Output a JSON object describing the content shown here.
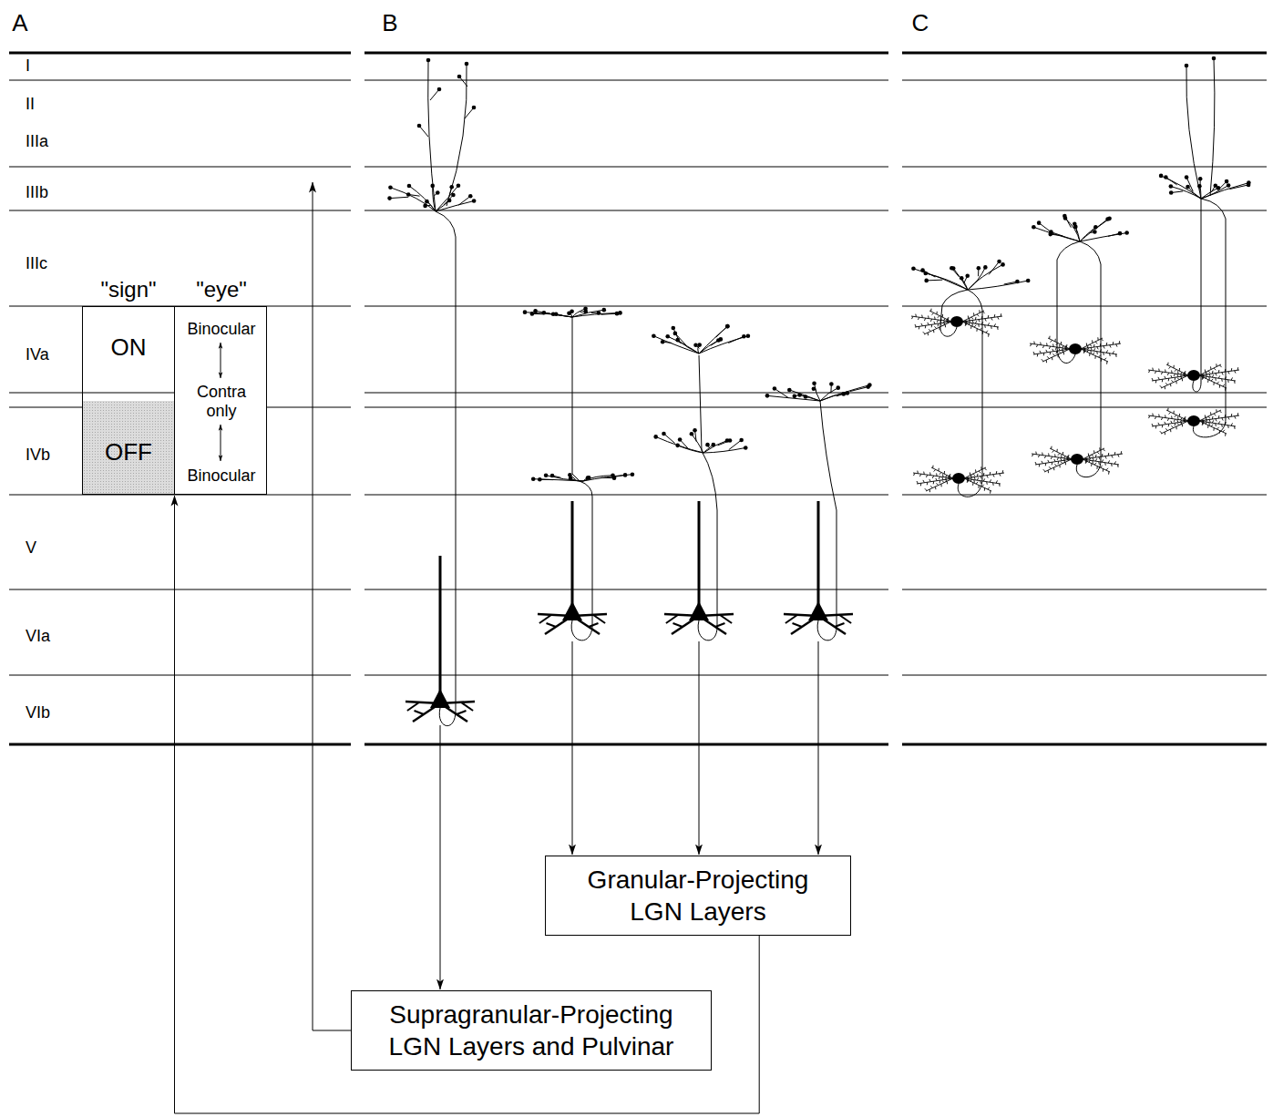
{
  "diagram": {
    "nodes": [
      {
        "text": [
          "\"sign\"",
          "\"eye\"",
          "ON",
          "OFF",
          "Binocular",
          "Contra only",
          "Binocular"
        ]
      },
      {
        "text": [
          "Granular-Projecting LGN Layers"
        ]
      },
      {
        "text": [
          "Supragranular-Projecting LGN Layers and Pulvinar"
        ]
      }
    ],
    "edges": [
      {
        "from": 1,
        "to": 0,
        "arrow": "to"
      }
    ],
    "labels": [
      "A",
      "B",
      "C",
      "I",
      "II",
      "IIIa",
      "IIIb",
      "IIIc",
      "IVa",
      "IVb",
      "V",
      "VIa",
      "VIb"
    ]
  }
}
